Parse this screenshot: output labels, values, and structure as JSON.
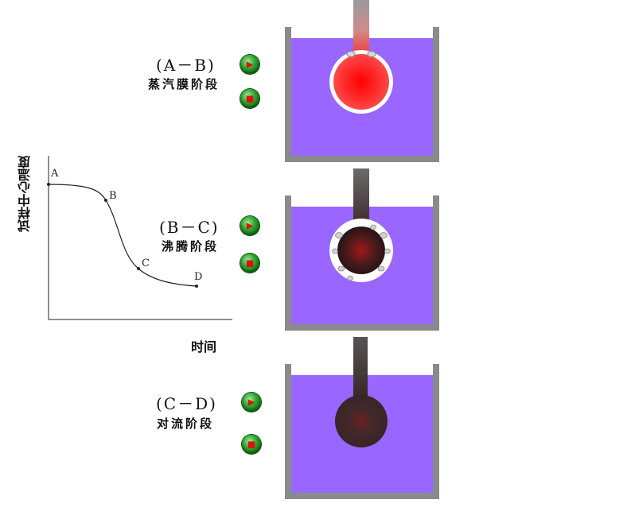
{
  "stages": [
    {
      "label": "(A－B)",
      "name": "蒸汽膜阶段"
    },
    {
      "label": "(B－C)",
      "name": "沸腾阶段"
    },
    {
      "label": "(C－D)",
      "name": "对流阶段"
    }
  ],
  "buttons": {
    "play_glyph": "▶",
    "stop_glyph": "■"
  },
  "chart": {
    "ylabel": "试样中心温度",
    "xlabel": "时间",
    "points": [
      "A",
      "B",
      "C",
      "D"
    ]
  },
  "colors": {
    "liquid": "#9966ff",
    "beaker_wall": "#8a8a8a",
    "hot_sample": "#ff1a1a",
    "cool_sample": "#3a2526",
    "button": "#2fa82f"
  }
}
